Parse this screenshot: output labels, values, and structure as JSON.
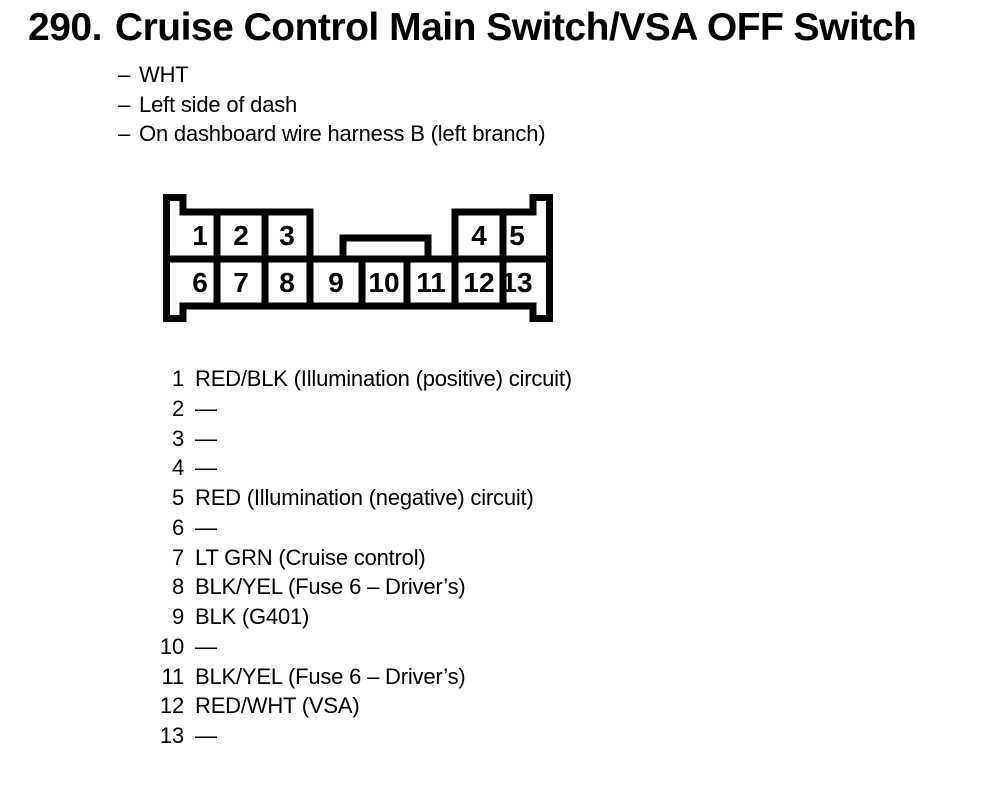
{
  "header": {
    "number": "290.",
    "title": "Cruise Control Main Switch/VSA OFF Switch",
    "bullet_char": "–",
    "bullets": [
      "WHT",
      "Left side of dash",
      "On dashboard wire harness B (left branch)"
    ]
  },
  "connector": {
    "cells": [
      "1",
      "2",
      "3",
      "4",
      "5",
      "6",
      "7",
      "8",
      "9",
      "10",
      "11",
      "12",
      "13"
    ]
  },
  "pins": [
    {
      "num": "1",
      "desc": "RED/BLK (Illumination (positive) circuit)"
    },
    {
      "num": "2",
      "desc": "—"
    },
    {
      "num": "3",
      "desc": "—"
    },
    {
      "num": "4",
      "desc": "—"
    },
    {
      "num": "5",
      "desc": "RED (Illumination (negative) circuit)"
    },
    {
      "num": "6",
      "desc": "—"
    },
    {
      "num": "7",
      "desc": "LT GRN (Cruise control)"
    },
    {
      "num": "8",
      "desc": "BLK/YEL (Fuse 6 – Driver’s)"
    },
    {
      "num": "9",
      "desc": "BLK (G401)"
    },
    {
      "num": "10",
      "desc": "—"
    },
    {
      "num": "11",
      "desc": "BLK/YEL (Fuse 6 – Driver’s)"
    },
    {
      "num": "12",
      "desc": "RED/WHT (VSA)"
    },
    {
      "num": "13",
      "desc": "—"
    }
  ],
  "colors": {
    "ink": "#000000",
    "paper": "#ffffff"
  }
}
